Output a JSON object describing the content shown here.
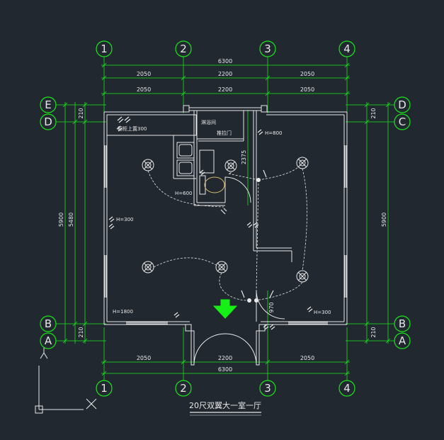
{
  "axes": {
    "columns": [
      "1",
      "2",
      "3",
      "4"
    ],
    "rows_left": [
      "E",
      "D",
      "B",
      "A"
    ],
    "rows_right": [
      "D",
      "C",
      "B",
      "A"
    ]
  },
  "dimensions": {
    "top_total": "6300",
    "top_row1": [
      "2050",
      "2200",
      "2050"
    ],
    "top_row2": [
      "2050",
      "2200",
      "2050"
    ],
    "bottom_row": [
      "2050",
      "2200",
      "2050"
    ],
    "bottom_total": "6300",
    "left_small_top": "210",
    "left_small_bottom": "210",
    "left_outer": "5900",
    "left_inner": "5480",
    "right_small_top": "210",
    "right_small_bottom": "210",
    "right_outer": "5900",
    "bath_height": "2375",
    "door_dim": "970"
  },
  "notes": {
    "cabinet": "橱柜上置300",
    "shower": "淋浴间",
    "sliding_door": "推拉门",
    "h800": "H=800",
    "h600": "H=600",
    "h300_left": "H=300",
    "h1800": "H=1800",
    "h300_right": "H=300"
  },
  "title": "20尺双翼大一室一厅",
  "ucs": {
    "y": "Y",
    "x": "X"
  },
  "colors": {
    "background": "#212830",
    "dimension": "#19e619",
    "wall": "#e8e8e8",
    "arrow": "#16f016"
  }
}
